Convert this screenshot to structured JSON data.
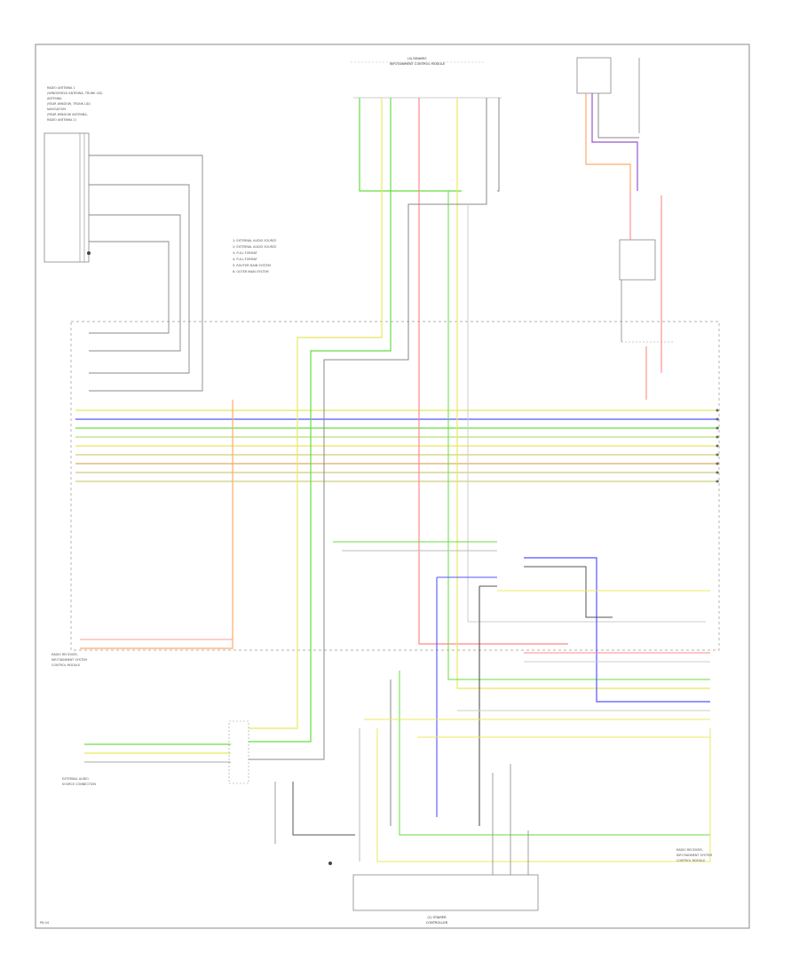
{
  "labels": {
    "amp_title_1": "(4) DINAMIC",
    "amp_title_2": "INFOTAINMENT CONTROL MODULE",
    "radio_block_1": "RADIO ANTENNA 1",
    "radio_block_2": "(WINDSHIELD ANTENNA, TRUNK LID)",
    "radio_block_3": "ANTENNA",
    "radio_block_4": "(REAR WINDOW, TRUNK LID)",
    "radio_block_5": "NAVIGATION",
    "radio_block_6": "(REAR WINDOW ANTENNA,",
    "radio_block_7": "RADIO ANTENNA 2)",
    "notes": [
      "1: EXTERNAL AUDIO SOURCE",
      "2: EXTERNAL AUDIO SOURCE",
      "3: FULL FORMAT",
      "4: FULL FORMAT",
      "5: ROUTER MAIN SYSTEM",
      "6: OUTER MAIN SYSTEM"
    ],
    "radio_unit_1": "RADIO RECEIVER,",
    "radio_unit_2": "INFOTAINMENT SYSTEM",
    "radio_unit_3": "CONTROL MODULE",
    "ext_audio_1": "EXTERNAL AUDIO",
    "ext_audio_2": "SOURCE CONNECTION",
    "bottom_module_1": "(1) STAIRER",
    "bottom_module_2": "CONTROLLER",
    "right_module_1": "RADIO RECEIVER,",
    "right_module_2": "INFOTAINMENT SYSTEM",
    "right_module_3": "CONTROL MODULE",
    "footer": "PN 44"
  },
  "colors": {
    "frame": "#888888",
    "wire_yellow": "#e8e860",
    "wire_green": "#66dd44",
    "wire_blue": "#5555ff",
    "wire_red": "#ff8888",
    "wire_orange": "#ffaa66",
    "wire_purple": "#9955cc",
    "wire_gray": "#888888",
    "wire_dark": "#555555"
  }
}
